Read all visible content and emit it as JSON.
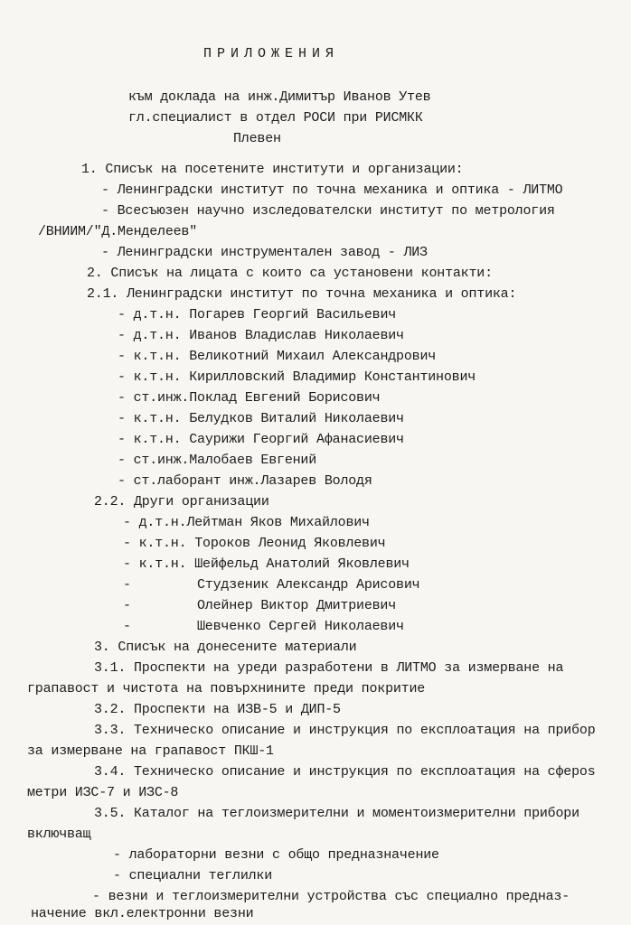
{
  "document": {
    "title": "ПРИЛОЖЕНИЯ",
    "header": [
      "към доклада на инж.Димитър Иванов Утев",
      "гл.специалист в отдел РОСИ при РИСМКК",
      "Плевен"
    ],
    "section1": {
      "heading": "1. Списък на посетените институти и организации:",
      "items": [
        "- Ленинградски институт по точна механика и оптика - ЛИТМО",
        "- Всесъюзен научно изследователски институт по метрология",
        "/ВНИИМ/\"Д.Менделеев\"",
        "- Ленинградски инструментален завод - ЛИЗ"
      ]
    },
    "section2": {
      "heading": "2. Списък на лицата с които са установени контакти:",
      "sub1": {
        "heading": "2.1. Ленинградски институт по точна механика и оптика:",
        "people": [
          "- д.т.н. Погарев Георгий Васильевич",
          "- д.т.н. Иванов Владислав Николаевич",
          "- к.т.н. Великотний Михаил Александрович",
          "- к.т.н. Кирилловский Владимир Константинович",
          "- ст.инж.Поклад Евгений Борисович",
          "- к.т.н. Белудков Виталий Николаевич",
          "- к.т.н. Саурижи Георгий Афанасиевич",
          "- ст.инж.Малобаев Евгений",
          "- ст.лаборант инж.Лазарев Володя"
        ]
      },
      "sub2": {
        "heading": "2.2. Други организации",
        "people": [
          "- д.т.н.Лейтман Яков Михайлович",
          "- к.т.н. Тороков Леонид Яковлевич",
          "- к.т.н. Шейфельд Анатолий Яковлевич"
        ],
        "dash": "-",
        "names": [
          "Студзеник Александр Арисович",
          "Олейнер Виктор Дмитриевич",
          "Шевченко Сергей Николаевич"
        ]
      }
    },
    "section3": {
      "heading": "3. Списък на донесените материали",
      "lines": [
        "3.1. Проспекти на уреди разработени в ЛИТМО за измерване на",
        "грапавост и чистота на повърхнините преди покритие",
        "3.2. Проспекти на ИЗВ-5 и ДИП-5",
        "3.3. Техническо описание и инструкция по експлоатация на прибор",
        "за измерване на грапавост ПКШ-1",
        "3.4. Техническо описание и инструкция по експлоатация на сфероs",
        "метри ИЗС-7 и ИЗС-8",
        "3.5. Каталог на теглоизмерителни и моментоизмерителни прибори",
        "включващ",
        "- лабораторни везни с общо предназначение",
        "- специални теглилки",
        "- везни и теглоизмерителни устройства със специално предназ-",
        "начение вкл.електронни везни"
      ]
    }
  }
}
